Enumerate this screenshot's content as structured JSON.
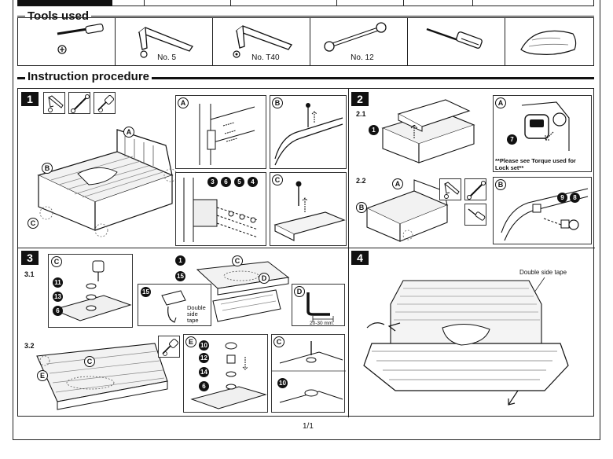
{
  "sections": {
    "tools_title": "Tools used",
    "procedure_title": "Instruction procedure"
  },
  "tools": [
    {
      "icon": "screwdriver-icon",
      "label": ""
    },
    {
      "icon": "hex-key-icon",
      "label": "No. 5"
    },
    {
      "icon": "torx-key-icon",
      "label": "No. T40"
    },
    {
      "icon": "wrench-icon",
      "label": "No. 12"
    },
    {
      "icon": "small-screwdriver-icon",
      "label": ""
    },
    {
      "icon": "cloth-icon",
      "label": ""
    }
  ],
  "steps": {
    "s1": "1",
    "s2": "2",
    "s3": "3",
    "s4": "4"
  },
  "substeps": {
    "s2_1": "2.1",
    "s2_2": "2.2",
    "s3_1": "3.1",
    "s3_2": "3.2"
  },
  "letters": {
    "a": "A",
    "b": "B",
    "c": "C",
    "d": "D",
    "e": "E"
  },
  "parts": {
    "p1": "1",
    "p3": "3",
    "p4": "4",
    "p5": "5",
    "p6": "6",
    "p7": "7",
    "p8": "8",
    "p9": "9",
    "p10": "10",
    "p11": "11",
    "p12": "12",
    "p13": "13",
    "p14": "14",
    "p15": "15"
  },
  "notes": {
    "torque": "**Please see Torque used for Lock set**",
    "double_side_tape_short": "Double side tape",
    "double_side_tape": "Double side tape",
    "gap": "20-30 mm."
  },
  "page_number": "1/1"
}
